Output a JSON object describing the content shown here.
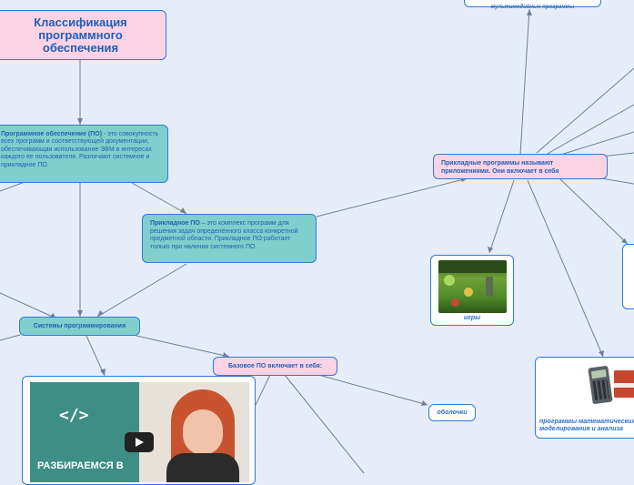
{
  "nodes": {
    "root": "Классификация программного обеспечения",
    "software": {
      "term": "Программное обеспечение (ПО)",
      "text": " - это совокупность всех программ и соответствующей документации, обеспечивающая использование ЭВМ в интересах каждого ее пользователя. Различают системное и прикладное ПО."
    },
    "applied_software": {
      "term": "Прикладное ПО",
      "text": " – это комплекс программ для решения задач определённого класса конкретной предметной области. Прикладное ПО работает только при наличии системного ПО."
    },
    "applied_programs": "Прикладные программы называют приложениями. Они включает в себя",
    "programming_systems": "Системы программирования",
    "base_software": "Базовое ПО включает в себя:",
    "shells": "оболочки",
    "games": "игры",
    "math_programs": "программы математических расчетов, моделирования и анализа",
    "multimedia": "мультимедийные программы",
    "video_caption": "РАЗБИРАЕМСЯ В"
  },
  "colors": {
    "pink": "#fbd3e4",
    "teal": "#7fd0cc",
    "border": "#2f7bd8",
    "text": "#1f5fb8",
    "link": "#6f7f96"
  },
  "icons": [
    "code-brackets-icon",
    "play-icon",
    "calculator-icon"
  ]
}
